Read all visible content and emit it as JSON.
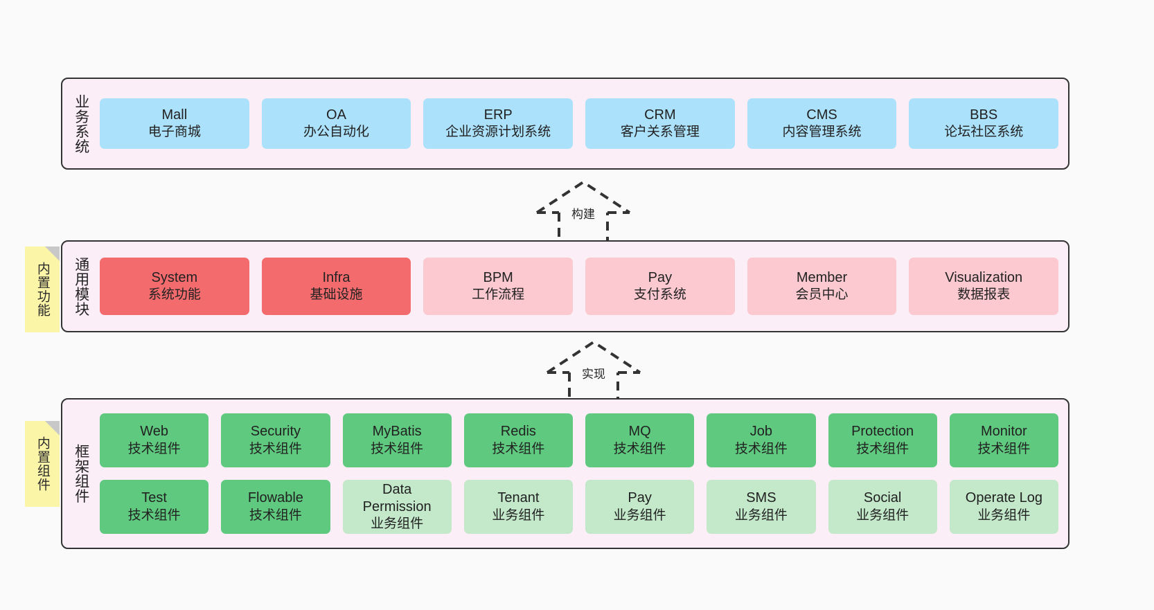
{
  "diagram": {
    "background_color": "#fafafa",
    "layer_fill": "#fbeef6",
    "layer_border": "#333333",
    "sticky_color": "#fbf5a8",
    "sticky_fold_color": "#c8c8c8",
    "colors": {
      "blue": "#ace1fb",
      "red": "#f46b6e",
      "pink": "#fbc9cf",
      "green": "#5fca7f",
      "mint": "#c3e8ca"
    }
  },
  "layers": {
    "business": {
      "caption": "业务系统",
      "cards": [
        {
          "title": "Mall",
          "subtitle": "电子商城"
        },
        {
          "title": "OA",
          "subtitle": "办公自动化"
        },
        {
          "title": "ERP",
          "subtitle": "企业资源计划系统"
        },
        {
          "title": "CRM",
          "subtitle": "客户关系管理"
        },
        {
          "title": "CMS",
          "subtitle": "内容管理系统"
        },
        {
          "title": "BBS",
          "subtitle": "论坛社区系统"
        }
      ]
    },
    "modules": {
      "caption": "通用模块",
      "sticky": "内置功能",
      "cards": [
        {
          "title": "System",
          "subtitle": "系统功能"
        },
        {
          "title": "Infra",
          "subtitle": "基础设施"
        },
        {
          "title": "BPM",
          "subtitle": "工作流程"
        },
        {
          "title": "Pay",
          "subtitle": "支付系统"
        },
        {
          "title": "Member",
          "subtitle": "会员中心"
        },
        {
          "title": "Visualization",
          "subtitle": "数据报表"
        }
      ]
    },
    "framework": {
      "caption": "框架组件",
      "sticky": "内置组件",
      "row1": [
        {
          "title": "Web",
          "subtitle": "技术组件"
        },
        {
          "title": "Security",
          "subtitle": "技术组件"
        },
        {
          "title": "MyBatis",
          "subtitle": "技术组件"
        },
        {
          "title": "Redis",
          "subtitle": "技术组件"
        },
        {
          "title": "MQ",
          "subtitle": "技术组件"
        },
        {
          "title": "Job",
          "subtitle": "技术组件"
        },
        {
          "title": "Protection",
          "subtitle": "技术组件"
        },
        {
          "title": "Monitor",
          "subtitle": "技术组件"
        }
      ],
      "row2": [
        {
          "title": "Test",
          "subtitle": "技术组件"
        },
        {
          "title": "Flowable",
          "subtitle": "技术组件"
        },
        {
          "title": "Data Permission",
          "subtitle": "业务组件"
        },
        {
          "title": "Tenant",
          "subtitle": "业务组件"
        },
        {
          "title": "Pay",
          "subtitle": "业务组件"
        },
        {
          "title": "SMS",
          "subtitle": "业务组件"
        },
        {
          "title": "Social",
          "subtitle": "业务组件"
        },
        {
          "title": "Operate Log",
          "subtitle": "业务组件"
        }
      ]
    }
  },
  "connectors": [
    {
      "label": "构建",
      "from": "通用模块",
      "to": "业务系统"
    },
    {
      "label": "实现",
      "from": "框架组件",
      "to": "通用模块"
    }
  ]
}
